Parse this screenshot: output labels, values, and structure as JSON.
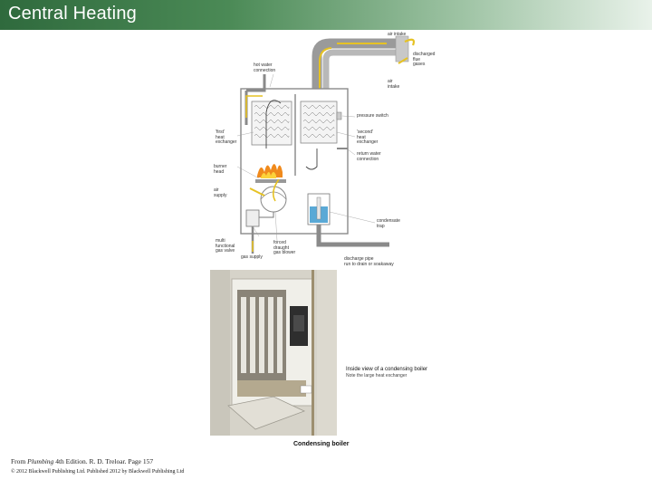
{
  "slide": {
    "title": "Central Heating"
  },
  "diagram": {
    "labels": {
      "air_intake": "air\nintake",
      "discharged_flue_gases": "discharged\nflue\ngases",
      "air_intake_lower": "air\nintake",
      "hot_water_connection": "hot water\nconnection",
      "pressure_switch": "pressure switch",
      "first_heat_exchanger": "'first'\nheat\nexchanger",
      "second_heat_exchanger": "'second'\nheat\nexchanger",
      "return_water_connection": "return water\nconnection",
      "burner_head": "burner\nhead",
      "air_supply": "air\nsupply",
      "condensate_trap": "condensate\ntrap",
      "multi_functional_gas_valve": "multi\nfunctional\ngas valve",
      "forced_draught_gas_blower": "forced\ndraught\ngas blower",
      "gas_supply": "gas supply",
      "discharge_pipe": "discharge pipe\nrun to drain or soakaway"
    }
  },
  "photo": {
    "caption_title": "Inside view of a condensing boiler",
    "caption_sub": "Note the large heat exchanger"
  },
  "figure_caption": "Condensing boiler",
  "source": {
    "prefix": "From ",
    "book_title": "Plumbing",
    "rest": " 4th Edition. R. D. Treloar. Page 157"
  },
  "copyright": "© 2012 Blackwell Publishing Ltd. Published 2012 by Blackwell Publishing Ltd"
}
